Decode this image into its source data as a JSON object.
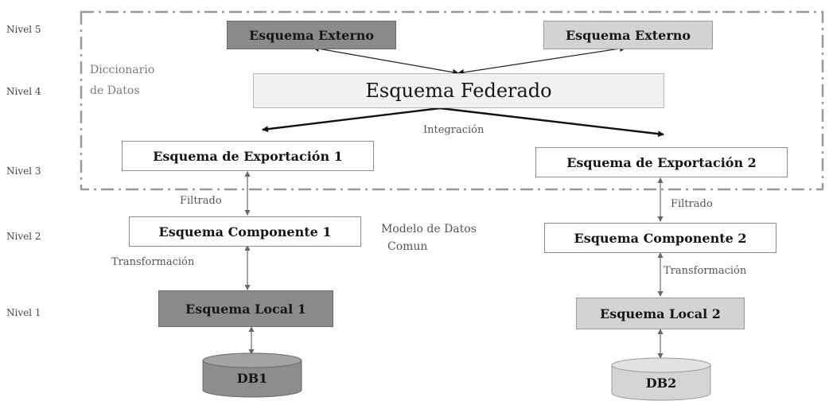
{
  "levels": {
    "n5": "Nivel 5",
    "n4": "Nivel 4",
    "n3": "Nivel 3",
    "n2": "Nivel 2",
    "n1": "Nivel 1"
  },
  "dictionary": {
    "line1": "Diccionario",
    "line2": "de Datos"
  },
  "schemas": {
    "externo_1": "Esquema Externo",
    "externo_2": "Esquema Externo",
    "federado": "Esquema Federado",
    "exportacion_1": "Esquema de Exportación 1",
    "exportacion_2": "Esquema de Exportación 2",
    "componente_1": "Esquema Componente 1",
    "componente_2": "Esquema Componente 2",
    "local_1": "Esquema Local 1",
    "local_2": "Esquema Local 2"
  },
  "databases": {
    "db1": "DB1",
    "db2": "DB2"
  },
  "labels": {
    "integracion": "Integración",
    "filtrado_1": "Filtrado",
    "filtrado_2": "Filtrado",
    "transformacion_1": "Transformación",
    "transformacion_2": "Transformación",
    "modelo_line1": "Modelo de Datos",
    "modelo_line2": "Comun"
  }
}
